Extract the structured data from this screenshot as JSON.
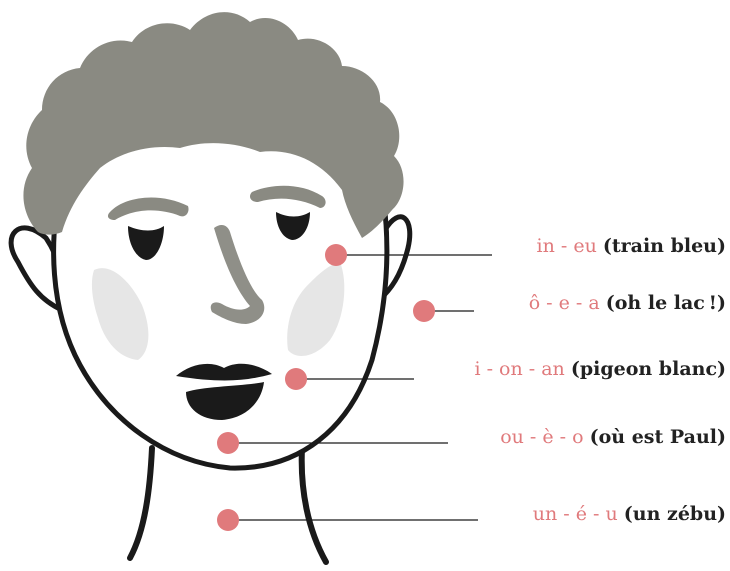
{
  "colors": {
    "hair": "#8a8a82",
    "outline": "#1a1a1a",
    "nose": "#8f8f88",
    "cheek": "#e6e6e6",
    "dot": "#e07a7c",
    "label_sounds": "#e07a7c",
    "label_example": "#222222"
  },
  "icons": [
    "face-illustration",
    "hair",
    "ear",
    "eyebrow",
    "eye",
    "nose",
    "mouth",
    "neck",
    "cheek-shade",
    "marker-dot"
  ],
  "labels": [
    {
      "sounds": "in - eu",
      "example": "(train bleu)"
    },
    {
      "sounds": "ô - e - a",
      "example": "(oh le lac !)"
    },
    {
      "sounds": "i - on - an",
      "example": "(pigeon blanc)"
    },
    {
      "sounds": "ou - è - o",
      "example": "(où est Paul)"
    },
    {
      "sounds": "un - é - u",
      "example": "(un zébu)"
    }
  ]
}
